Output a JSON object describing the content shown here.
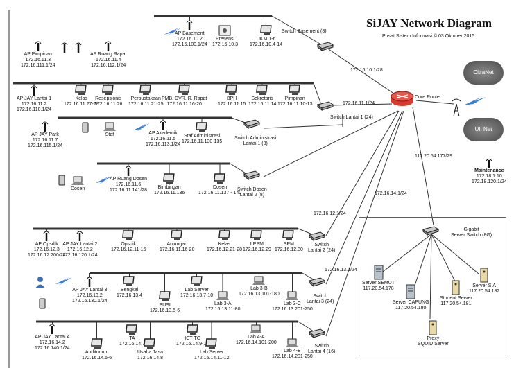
{
  "title": "SiJAY Network Diagram",
  "subtitle": "Pusat Sistem Informasi © 03 Oktober 2015",
  "core": {
    "name": "Core Router"
  },
  "clouds": {
    "citranet": "CitraNet",
    "uiinet": "UII Net"
  },
  "maintenance": {
    "name": "Maintenance",
    "ip": "172.18.1.10",
    "net": "172.18.120.1/24"
  },
  "links": {
    "basement": "172.16.10.1/28",
    "lantai1": "172.16.11.1/24",
    "gigabit": "117.20.54.177/29",
    "lab": "172.16.14.1/24",
    "l2": "172.16.12.1/24",
    "l3": "172.16.13.1/24"
  },
  "switches": {
    "basement": "Switch Basement (8)",
    "lantai1": "Switch Lantai 1 (24)",
    "admin": [
      "Switch Administrasi",
      "Lantai 1 (8)"
    ],
    "dosen": [
      "Switch Dosen",
      "Lantai 2 (8)"
    ],
    "lantai2": [
      "Switch",
      "Lantai 2 (24)"
    ],
    "lantai3": [
      "Switch",
      "Lantai 3 (24)"
    ],
    "lantai4": [
      "Switch",
      "Lantai 4 (16)"
    ],
    "gigabit": [
      "Gigabit",
      "Server Switch (8G)"
    ]
  },
  "basement_nodes": [
    {
      "n": "AP Basement",
      "a": "172.16.10.2",
      "b": "172.16.100.1/24"
    },
    {
      "n": "Presensi",
      "a": "172.16.10.3",
      "b": ""
    },
    {
      "n": "UKM 1-6",
      "a": "172.16.10.4-14",
      "b": ""
    }
  ],
  "ap_top": [
    {
      "n": "AP Pimpinan",
      "a": "172.16.11.3",
      "b": "172.16.111.1/24"
    },
    {
      "n": "AP Ruang Rapat",
      "a": "172.16.11.4",
      "b": "172.16.112.1/24"
    }
  ],
  "lantai1_nodes": [
    {
      "n": "AP JAY Lantai 1",
      "a": "172.16.11.2",
      "b": "172.16.110.1/24"
    },
    {
      "n": "Kelas",
      "a": "172.16.11.27-28",
      "b": ""
    },
    {
      "n": "Resepsionis",
      "a": "172.16.11.26",
      "b": ""
    },
    {
      "n": "Perpustakaan",
      "a": "172.16.11.21-25",
      "b": ""
    },
    {
      "n": "PMB, DVR, R. Rapat",
      "a": "172.16.11.16-20",
      "b": ""
    },
    {
      "n": "BPH",
      "a": "172.16.11.15",
      "b": ""
    },
    {
      "n": "Sekretaris",
      "a": "172.16.11.14",
      "b": ""
    },
    {
      "n": "Pimpinan",
      "a": "172.16.11.10-13",
      "b": ""
    }
  ],
  "admin_nodes": [
    {
      "n": "AP JAY Park",
      "a": "172.16.11.7",
      "b": "172.16.115.1/24"
    },
    {
      "n": "Staf",
      "a": "",
      "b": ""
    },
    {
      "n": "AP Akademik",
      "a": "172.16.11.5",
      "b": "172.16.113.1/24"
    },
    {
      "n": "Staf Administrasi",
      "a": "172.16.11.130-135",
      "b": ""
    }
  ],
  "dosen_nodes": [
    {
      "n": "Dosen",
      "a": "",
      "b": ""
    },
    {
      "n": "AP Ruang Dosen",
      "a": "172.16.11.6",
      "b": "172.16.11.141/28"
    },
    {
      "n": "Bimbingan",
      "a": "172.16.11.136",
      "b": ""
    },
    {
      "n": "Dosen",
      "a": "172.16.11.137 - 140",
      "b": ""
    }
  ],
  "l2_nodes": [
    {
      "n": "AP Opsdik",
      "a": "172.16.12.3",
      "b": "172.16.12.200/24"
    },
    {
      "n": "AP JAY Lantai 2",
      "a": "172.16.12.2",
      "b": "172.16.120.1/24"
    },
    {
      "n": "Opsdik",
      "a": "172.16.12.11-15",
      "b": ""
    },
    {
      "n": "Anjungan",
      "a": "172.16.11.16-20",
      "b": ""
    },
    {
      "n": "Kelas",
      "a": "172.16.12.21-28",
      "b": ""
    },
    {
      "n": "LPPM",
      "a": "172.16.12.29",
      "b": ""
    },
    {
      "n": "SPM",
      "a": "172.16.12.30",
      "b": ""
    }
  ],
  "l3_nodes": [
    {
      "n": "AP JAY Lantai 3",
      "a": "172.16.13.2",
      "b": "172.16.130.1/24"
    },
    {
      "n": "Bengkel",
      "a": "172.16.13.4",
      "b": ""
    },
    {
      "n": "PUSI",
      "a": "172.16.13.5-6",
      "b": ""
    },
    {
      "n": "Lab Server",
      "a": "172.16.13.7-10",
      "b": ""
    },
    {
      "n": "Lab 3-A",
      "a": "172.16.13.11-80",
      "b": ""
    },
    {
      "n": "Lab 3-B",
      "a": "172.16.13.101-180",
      "b": ""
    },
    {
      "n": "Lab 3-C",
      "a": "172.16.13.201-250",
      "b": ""
    }
  ],
  "l4_nodes": [
    {
      "n": "AP JAY Lantai 4",
      "a": "172.16.14.2",
      "b": "172.16.140.1/24"
    },
    {
      "n": "Auditorium",
      "a": "172.16.14.5-6",
      "b": ""
    },
    {
      "n": "TA",
      "a": "172.16.14.7",
      "b": ""
    },
    {
      "n": "Usaha Jasa",
      "a": "172.16.14.8",
      "b": ""
    },
    {
      "n": "ICT-TC",
      "a": "172.16.14.9-10",
      "b": ""
    },
    {
      "n": "Lab Server",
      "a": "172.16.14.11-12",
      "b": ""
    },
    {
      "n": "Lab 4-A",
      "a": "172.16.14.101-200",
      "b": ""
    },
    {
      "n": "Lab 4-B",
      "a": "172.16.14.201-250",
      "b": ""
    }
  ],
  "servers": [
    {
      "n": "Server SEMUT",
      "a": "117.20.54.178"
    },
    {
      "n": "Server CAPUNG",
      "a": "117.20.54.180"
    },
    {
      "n": "Student Server",
      "a": "117.20.54.181"
    },
    {
      "n": "Server SIA",
      "a": "117.20.54.182"
    },
    {
      "n": "Proxy",
      "a": "SQUID Server"
    }
  ]
}
